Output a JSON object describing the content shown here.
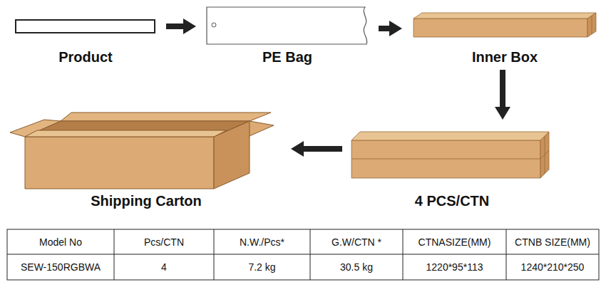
{
  "diagram": {
    "nodes": [
      {
        "text": [
          "Product"
        ]
      },
      {
        "text": [
          "PE Bag"
        ]
      },
      {
        "text": [
          "Inner Box"
        ]
      },
      {
        "text": [
          "Shipping Carton"
        ]
      },
      {
        "text": [
          "4 PCS/CTN"
        ]
      }
    ],
    "edges": [
      {
        "from": 0,
        "to": 1,
        "arrow": "to"
      },
      {
        "from": 1,
        "to": 2,
        "arrow": "to"
      },
      {
        "from": 2,
        "to": 4,
        "arrow": "to"
      },
      {
        "from": 4,
        "to": 3,
        "arrow": "to"
      }
    ],
    "labels": [
      "Model No",
      "Pcs/CTN",
      "N.W./Pcs*",
      "G.W/CTN *",
      "CTNASIZE(MM)",
      "CTNB SIZE(MM)",
      "SEW-150RGBWA",
      "4",
      "7.2 kg",
      "30.5 kg",
      "1220*95*113",
      "1240*210*250"
    ]
  }
}
